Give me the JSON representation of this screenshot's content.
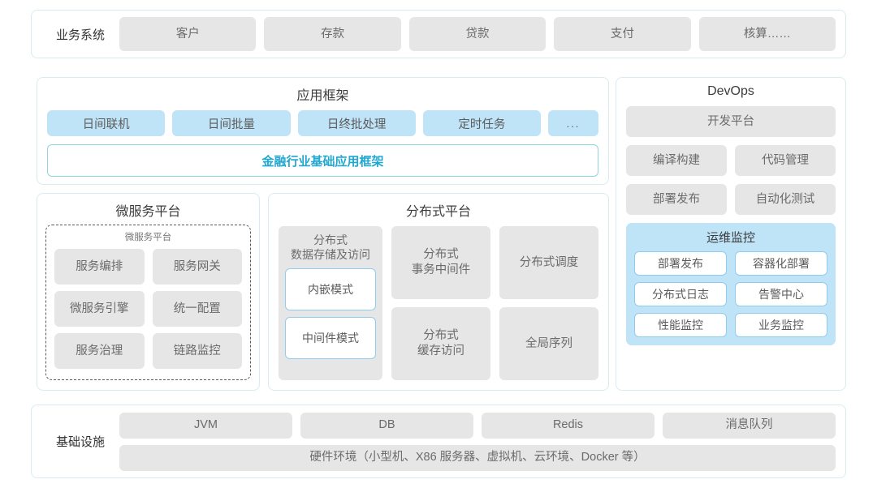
{
  "business_systems": {
    "label": "业务系统",
    "items": [
      "客户",
      "存款",
      "贷款",
      "支付",
      "核算……"
    ]
  },
  "application_framework": {
    "title": "应用框架",
    "items": [
      "日间联机",
      "日间批量",
      "日终批处理",
      "定时任务"
    ],
    "more": "...",
    "base_framework": "金融行业基础应用框架"
  },
  "microservice_platform": {
    "title": "微服务平台",
    "inner_title": "微服务平台",
    "items": [
      "服务编排",
      "服务网关",
      "微服务引擎",
      "统一配置",
      "服务治理",
      "链路监控"
    ]
  },
  "distributed_platform": {
    "title": "分布式平台",
    "storage_card": {
      "label": "分布式\n数据存储及访问",
      "modes": [
        "内嵌模式",
        "中间件模式"
      ]
    },
    "middle_column": [
      "分布式\n事务中间件",
      "分布式\n缓存访问"
    ],
    "right_column": [
      "分布式调度",
      "全局序列"
    ]
  },
  "devops": {
    "title": "DevOps",
    "dev_platform": "开发平台",
    "items": [
      "编译构建",
      "代码管理",
      "部署发布",
      "自动化测试"
    ],
    "ops_monitor": {
      "title": "运维监控",
      "items": [
        "部署发布",
        "容器化部署",
        "分布式日志",
        "告警中心",
        "性能监控",
        "业务监控"
      ]
    }
  },
  "infrastructure": {
    "label": "基础设施",
    "items": [
      "JVM",
      "DB",
      "Redis",
      "消息队列"
    ],
    "hardware": "硬件环境（小型机、X86 服务器、虚拟机、云环境、Docker 等）"
  },
  "colors": {
    "panel_border": "#d8ecef",
    "gray_tile": "#e6e6e6",
    "blue_tile": "#bfe3f7",
    "accent": "#21a7d0",
    "outline_blue": "#8ecdf0"
  }
}
